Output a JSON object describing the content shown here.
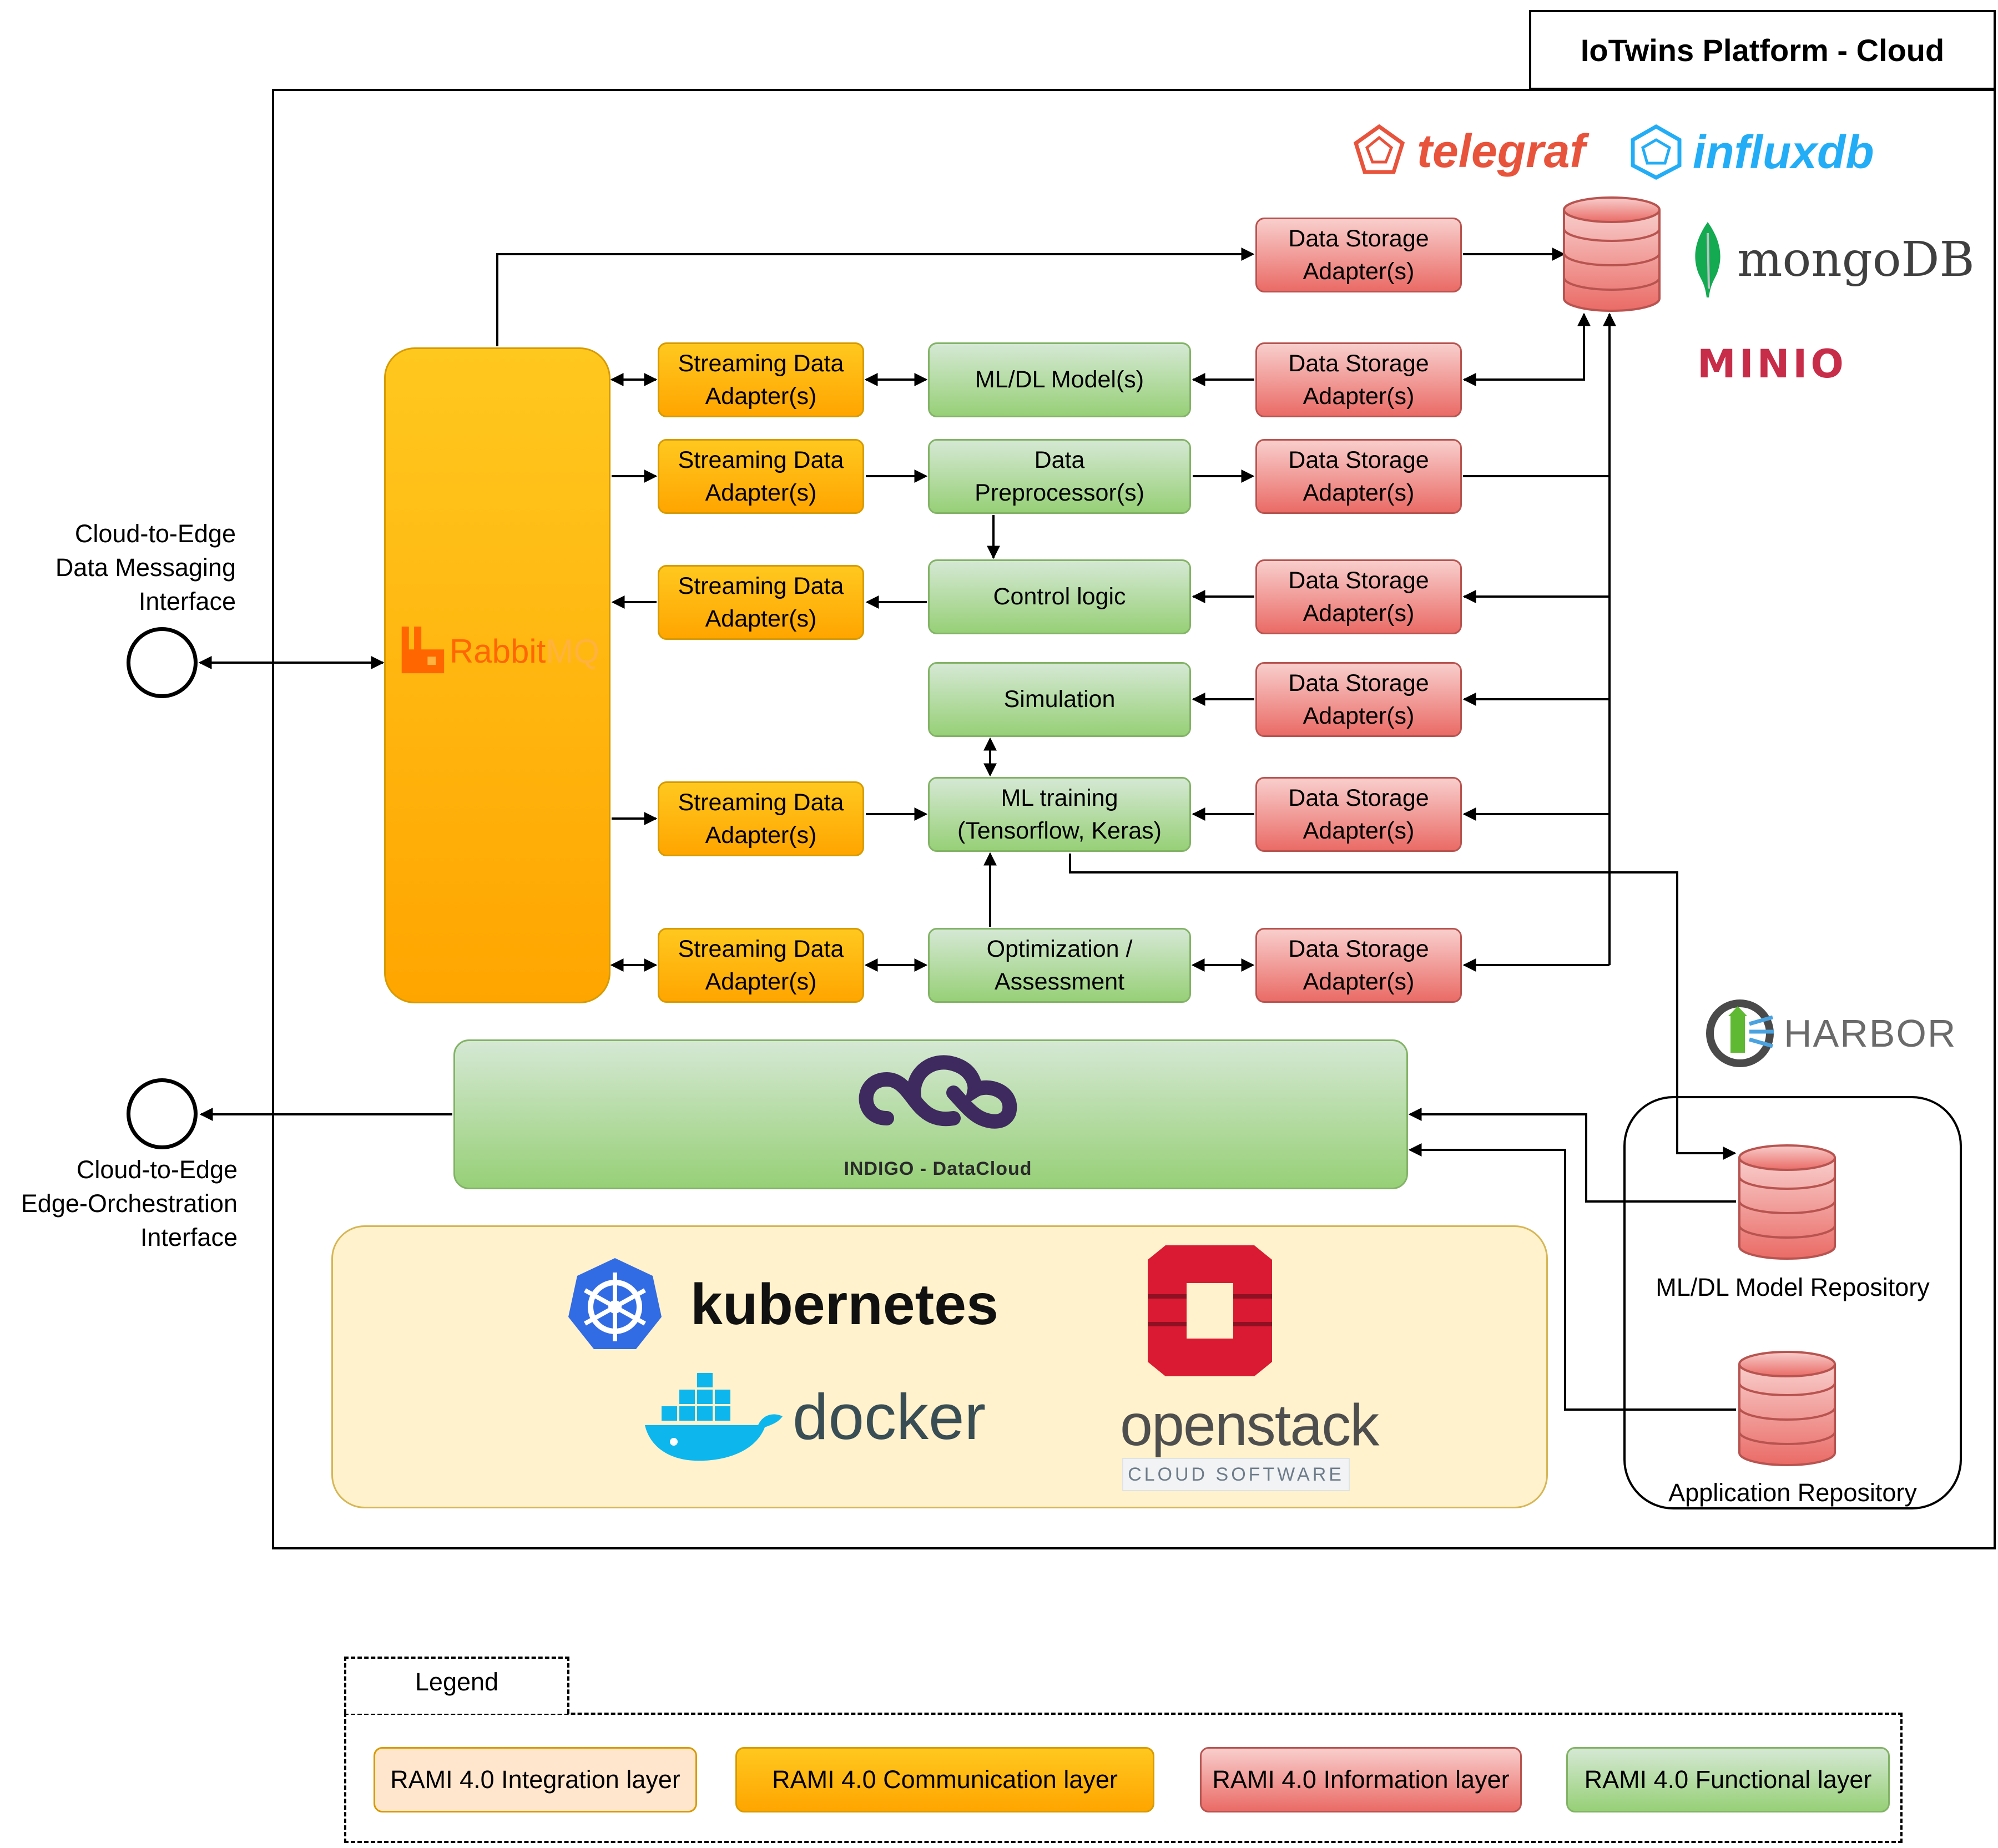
{
  "title": "IoTwins Platform - Cloud",
  "interfaces": {
    "messaging": "Cloud-to-Edge\nData Messaging\nInterface",
    "orchestration": "Cloud-to-Edge\nEdge-Orchestration\nInterface"
  },
  "broker": {
    "name_a": "Rabbit",
    "name_b": "MQ"
  },
  "streaming_adapter": "Streaming Data\nAdapter(s)",
  "storage_adapter": "Data Storage\nAdapter(s)",
  "functional": {
    "ml_model": "ML/DL Model(s)",
    "preprocessor": "Data\nPreprocessor(s)",
    "control_logic": "Control logic",
    "simulation": "Simulation",
    "ml_training": "ML training\n(Tensorflow, Keras)",
    "optimization": "Optimization /\nAssessment"
  },
  "storage_logos": {
    "telegraf": "telegraf",
    "influxdb": "influxdb",
    "mongodb": "mongoDB",
    "minio": "MINIO"
  },
  "orchestrator": {
    "label": "INDIGO - DataCloud"
  },
  "infrastructure": {
    "kubernetes": "kubernetes",
    "docker": "docker",
    "openstack": "openstack",
    "openstack_sub": "CLOUD SOFTWARE"
  },
  "repositories": {
    "harbor": "HARBOR",
    "model_repo": "ML/DL Model Repository",
    "app_repo": "Application Repository"
  },
  "legend": {
    "title": "Legend",
    "items": [
      "RAMI 4.0 Integration layer",
      "RAMI 4.0 Communication layer",
      "RAMI 4.0 Information layer",
      "RAMI 4.0 Functional layer"
    ]
  },
  "colors": {
    "communication": "#ffa500",
    "functional": "#97d077",
    "information": "#ea6b66",
    "integration": "#fff2cc",
    "telegraf": "#e8533c",
    "influxdb": "#22adf6",
    "mongodb": "#3f3f3f",
    "minio": "#c72c48",
    "indigo": "#3e2a5e",
    "kubernetes": "#326ce5",
    "docker": "#0db7ed",
    "openstack": "#da1a32"
  }
}
